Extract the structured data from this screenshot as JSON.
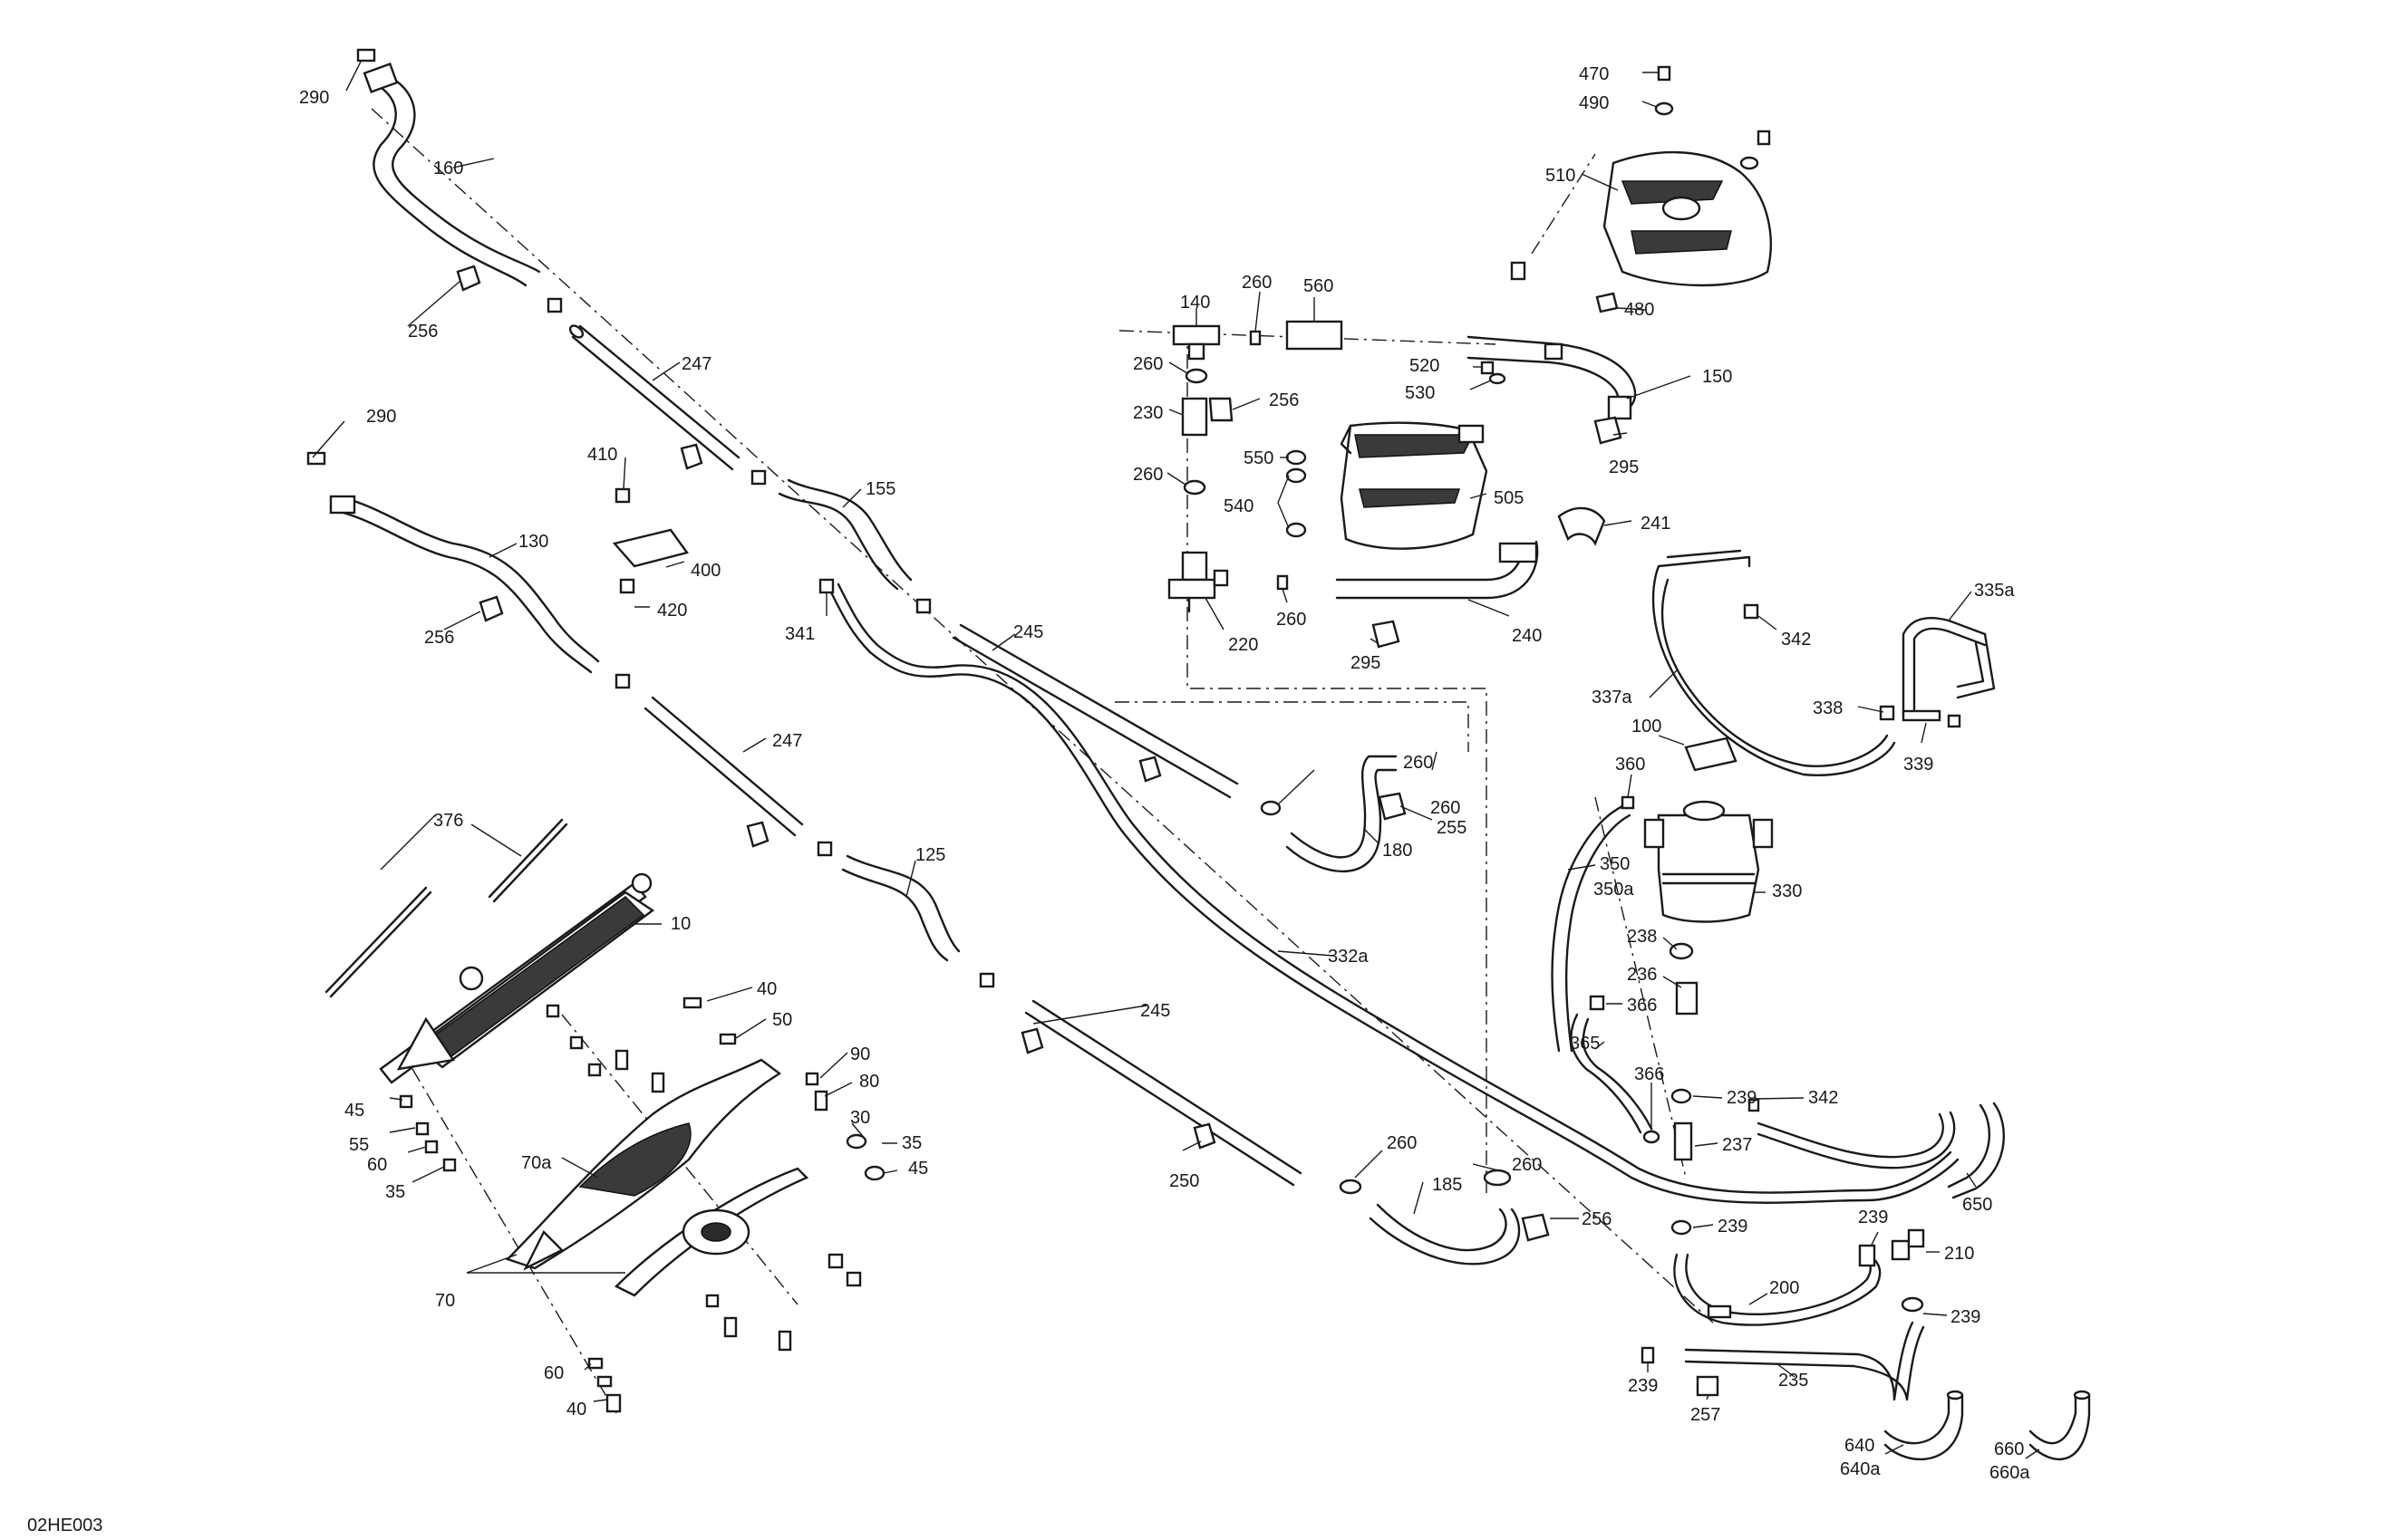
{
  "diagram_id": "02HE003",
  "callouts": [
    "290",
    "160",
    "256",
    "247",
    "290",
    "130",
    "410",
    "400",
    "420",
    "256",
    "341",
    "155",
    "247",
    "245",
    "376",
    "10",
    "125",
    "40",
    "50",
    "90",
    "80",
    "30",
    "35",
    "45",
    "45",
    "55",
    "60",
    "35",
    "70a",
    "70",
    "60",
    "40",
    "245",
    "250",
    "260",
    "185",
    "332a",
    "470",
    "490",
    "510",
    "480",
    "140",
    "260",
    "560",
    "520",
    "530",
    "150",
    "260",
    "230",
    "256",
    "295",
    "550",
    "505",
    "260",
    "540",
    "241",
    "220",
    "260",
    "295",
    "240",
    "342",
    "335a",
    "337a",
    "338",
    "339",
    "100",
    "360",
    "260",
    "260",
    "255",
    "180",
    "350",
    "350a",
    "330",
    "238",
    "236",
    "366",
    "365",
    "366",
    "239",
    "342",
    "237",
    "260",
    "256",
    "239",
    "650",
    "239",
    "210",
    "200",
    "239",
    "239",
    "235",
    "257",
    "640",
    "640a",
    "660",
    "660a"
  ]
}
